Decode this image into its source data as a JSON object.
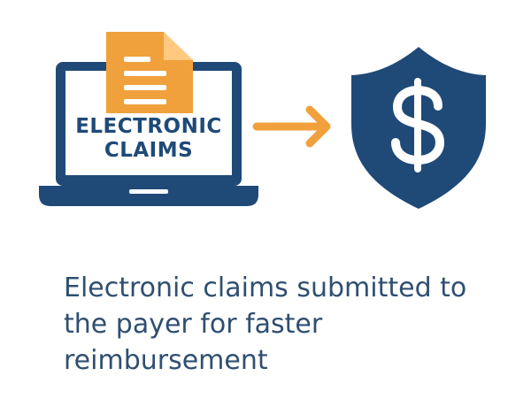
{
  "diagram": {
    "laptop_label": {
      "line1": "ELECTRONIC",
      "line2": "CLAIMS"
    },
    "caption_lines": [
      "Electronic claims submitted to",
      "the payer for faster",
      "reimbursement"
    ],
    "icons": {
      "laptop": "laptop-icon",
      "document": "document-icon",
      "arrow": "arrow-right-icon",
      "shield": "shield-dollar-icon"
    },
    "colors": {
      "navy": "#1f4a78",
      "orange": "#f0a13c",
      "caption_text": "#2f4f70",
      "background": "#ffffff"
    }
  }
}
